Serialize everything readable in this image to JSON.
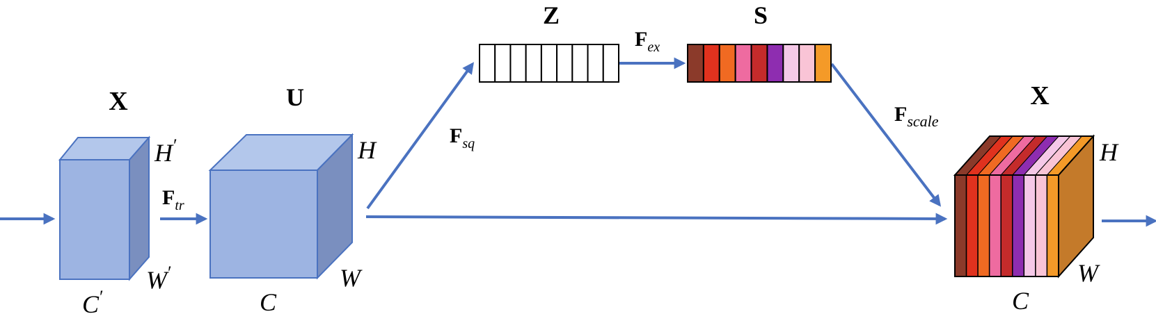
{
  "labels": {
    "x_in": "X",
    "u": "U",
    "z": "Z",
    "s": "S",
    "x_out": "X",
    "h_prime": "H",
    "w_prime": "W",
    "c_prime": "C",
    "prime": "′",
    "h": "H",
    "w": "W",
    "c": "C",
    "h_out": "H",
    "w_out": "W",
    "c_out": "C"
  },
  "operations": {
    "tr": {
      "main": "F",
      "sub": "tr"
    },
    "sq": {
      "main": "F",
      "sub": "sq"
    },
    "ex": {
      "main": "F",
      "sub": "ex"
    },
    "scale": {
      "main": "F",
      "sub": "scale"
    }
  },
  "z_cells": 9,
  "s_colors": [
    "#8B3A2A",
    "#E0321E",
    "#F06A22",
    "#EE6BA0",
    "#C42B2B",
    "#8E2DB0",
    "#F5C9E8",
    "#F9C4D6",
    "#F49A28"
  ],
  "colors": {
    "arrow": "#4A72C0",
    "cube_front": "#9DB4E2",
    "cube_top": "#B3C7EB",
    "cube_side": "#7A8FBF",
    "cube_edge": "#4A72C0",
    "out_side": "#C47A2A"
  }
}
